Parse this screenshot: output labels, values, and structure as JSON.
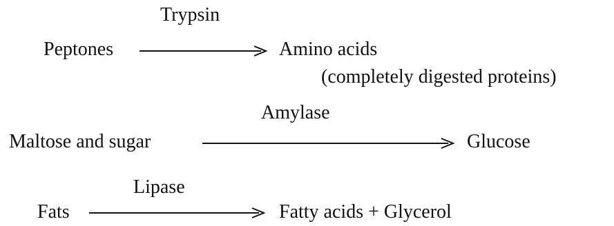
{
  "reactions": [
    {
      "enzyme": "Trypsin",
      "substrate": "Peptones",
      "product": "Amino acids",
      "note": "(completely digested proteins)"
    },
    {
      "enzyme": "Amylase",
      "substrate": "Maltose and sugar",
      "product": "Glucose"
    },
    {
      "enzyme": "Lipase",
      "substrate": "Fats",
      "product": "Fatty acids + Glycerol"
    }
  ],
  "colors": {
    "text": "#111111",
    "background": "#ffffff"
  }
}
